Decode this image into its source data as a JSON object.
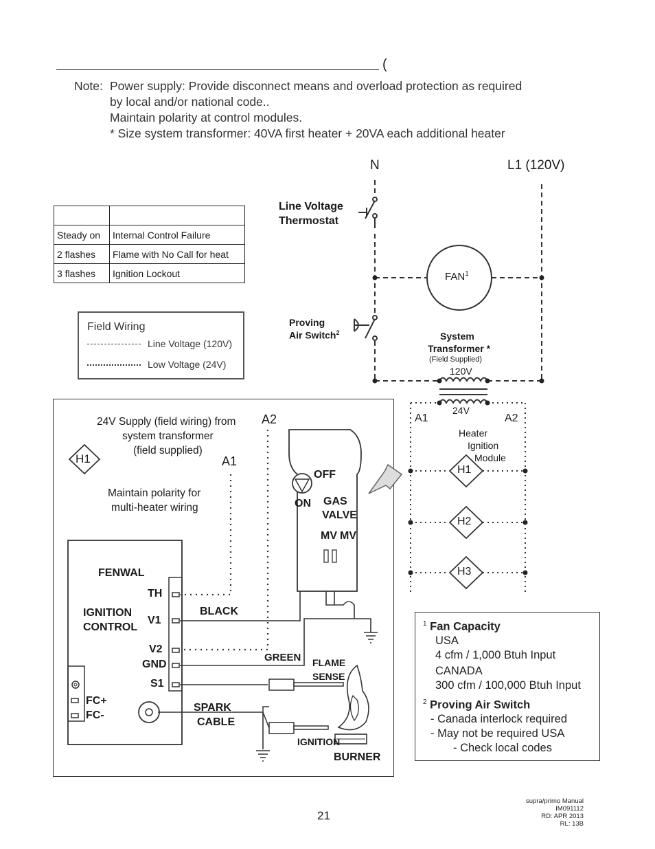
{
  "header": {
    "paren": "("
  },
  "note": {
    "label": "Note:",
    "lines": [
      "Power supply: Provide disconnect means and overload protection as required",
      "by local and/or national code..",
      "Maintain polarity at control modules.",
      "* Size system transformer:   40VA first heater + 20VA each additional heater"
    ]
  },
  "diag_table": {
    "rows": [
      [
        "",
        ""
      ],
      [
        "Steady on",
        "Internal Control Failure"
      ],
      [
        "2 flashes",
        "Flame with No Call for heat"
      ],
      [
        "3 flashes",
        "Ignition Lockout"
      ]
    ]
  },
  "legend": {
    "title": "Field Wiring",
    "line_voltage": "Line Voltage (120V)",
    "low_voltage": "Low Voltage (24V)"
  },
  "schematic": {
    "n": "N",
    "l1": "L1 (120V)",
    "thermostat_1": "Line Voltage",
    "thermostat_2": "Thermostat",
    "fan": "FAN",
    "fan_sup": "1",
    "proving_1": "Proving",
    "proving_2": "Air Switch",
    "proving_sup": "2",
    "transformer_1": "System",
    "transformer_2": "Transformer *",
    "transformer_3": "(Field Supplied)",
    "v120": "120V",
    "v24": "24V",
    "a1": "A1",
    "a2": "A2",
    "module_1": "Heater",
    "module_2": "Ignition",
    "module_3": "Module",
    "h1": "H1",
    "h2": "H2",
    "h3": "H3"
  },
  "detail": {
    "h1": "H1",
    "supply_1": "24V Supply (field wiring) from",
    "supply_2": "system transformer",
    "supply_3": "(field supplied)",
    "a1": "A1",
    "a2": "A2",
    "polarity_1": "Maintain polarity for",
    "polarity_2": "multi-heater wiring",
    "fenwal": "FENWAL",
    "ignition_1": "IGNITION",
    "ignition_2": "CONTROL",
    "th": "TH",
    "v1": "V1",
    "v2": "V2",
    "gnd": "GND",
    "s1": "S1",
    "fc_plus": "FC+",
    "fc_minus": "FC-",
    "black": "BLACK",
    "green": "GREEN",
    "spark_1": "SPARK",
    "spark_2": "CABLE",
    "off": "OFF",
    "on": "ON",
    "gas": "GAS",
    "valve": "VALVE",
    "mv1": "MV",
    "mv2": "MV",
    "flame_1": "FLAME",
    "flame_2": "SENSE",
    "ignition": "IGNITION",
    "burner": "BURNER"
  },
  "notes_box": {
    "fan_num": "1",
    "fan_title": "Fan Capacity",
    "usa": "USA",
    "usa_val": "4 cfm / 1,000 Btuh Input",
    "canada": "CANADA",
    "canada_val": "300 cfm / 100,000 Btuh Input",
    "switch_num": "2",
    "switch_title": "Proving Air Switch",
    "line1": "- Canada interlock required",
    "line2": "- May not be required USA",
    "line3": "- Check local codes"
  },
  "footer": {
    "line1": "supra/primo Manual",
    "line2": "IM091112",
    "line3": "RD: APR 2013",
    "line4": "RL: 13B",
    "page": "21"
  }
}
